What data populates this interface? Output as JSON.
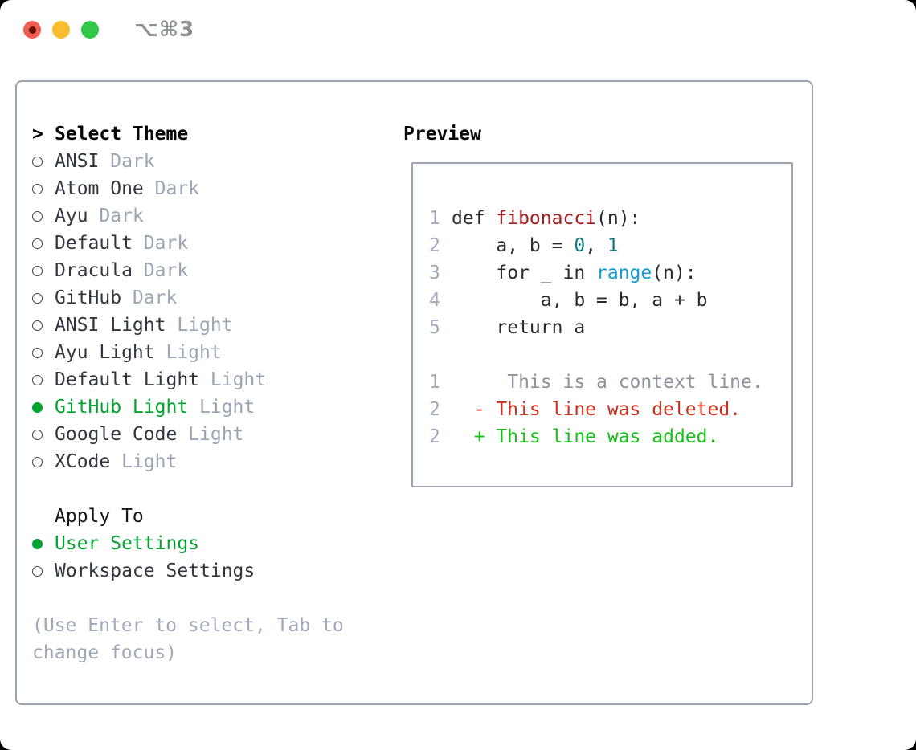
{
  "window": {
    "title": "⌥⌘3"
  },
  "colors": {
    "trafficRed": "#f25c51",
    "trafficRedDot": "#6b0f07",
    "trafficYellow": "#fbbd2d",
    "trafficGreen": "#33c748",
    "titleGray": "#8b9095",
    "borderGray": "#9aa3ae",
    "headerBlack": "#060708",
    "applyBlack": "#13161a",
    "textDark": "#30373f",
    "mutedGray": "#9aa5b4",
    "hintGray": "#a0a9b8",
    "circleGray": "#3a414a",
    "lineNumGray": "#a0aab9",
    "codeDark": "#262c33",
    "selGreen": "#00a42e",
    "addGreen": "#13c117",
    "delRed": "#cf2f1e",
    "funcRed": "#a61b1e",
    "numTeal": "#0a7b80",
    "builtinBlue": "#149bd8",
    "contextGray": "#8c939c"
  },
  "theme_panel": {
    "header": {
      "prompt": ">",
      "label": "Select Theme"
    },
    "themes": [
      {
        "name": "ANSI",
        "tag": "Dark",
        "selected": false
      },
      {
        "name": "Atom One",
        "tag": "Dark",
        "selected": false
      },
      {
        "name": "Ayu",
        "tag": "Dark",
        "selected": false
      },
      {
        "name": "Default",
        "tag": "Dark",
        "selected": false
      },
      {
        "name": "Dracula",
        "tag": "Dark",
        "selected": false
      },
      {
        "name": "GitHub",
        "tag": "Dark",
        "selected": false
      },
      {
        "name": "ANSI Light",
        "tag": "Light",
        "selected": false
      },
      {
        "name": "Ayu Light",
        "tag": "Light",
        "selected": false
      },
      {
        "name": "Default Light",
        "tag": "Light",
        "selected": false
      },
      {
        "name": "GitHub Light",
        "tag": "Light",
        "selected": true
      },
      {
        "name": "Google Code",
        "tag": "Light",
        "selected": false
      },
      {
        "name": "XCode",
        "tag": "Light",
        "selected": false
      }
    ],
    "apply_to": {
      "label": "Apply To",
      "options": [
        {
          "name": "User Settings",
          "selected": true
        },
        {
          "name": "Workspace Settings",
          "selected": false
        }
      ]
    },
    "hint_lines": [
      "(Use Enter to select, Tab to",
      "change focus)"
    ]
  },
  "preview": {
    "label": "Preview",
    "code_lines": [
      {
        "num": "1",
        "tokens": [
          {
            "t": "def ",
            "c": "code"
          },
          {
            "t": "fibonacci",
            "c": "func"
          },
          {
            "t": "(n):",
            "c": "code"
          }
        ]
      },
      {
        "num": "2",
        "tokens": [
          {
            "t": "    a, b = ",
            "c": "code"
          },
          {
            "t": "0",
            "c": "num"
          },
          {
            "t": ", ",
            "c": "code"
          },
          {
            "t": "1",
            "c": "num"
          }
        ]
      },
      {
        "num": "3",
        "tokens": [
          {
            "t": "    for _ in ",
            "c": "code"
          },
          {
            "t": "range",
            "c": "builtin"
          },
          {
            "t": "(n):",
            "c": "code"
          }
        ]
      },
      {
        "num": "4",
        "tokens": [
          {
            "t": "        a, b = b, a + b",
            "c": "code"
          }
        ]
      },
      {
        "num": "5",
        "tokens": [
          {
            "t": "    return a",
            "c": "code"
          }
        ]
      }
    ],
    "diff_lines": [
      {
        "num": "1",
        "tokens": [
          {
            "t": "     This is a context line.",
            "c": "context"
          }
        ]
      },
      {
        "num": "2",
        "tokens": [
          {
            "t": "  - This line was deleted.",
            "c": "deleted"
          }
        ]
      },
      {
        "num": "2",
        "tokens": [
          {
            "t": "  + This line was added.",
            "c": "added"
          }
        ]
      }
    ]
  }
}
